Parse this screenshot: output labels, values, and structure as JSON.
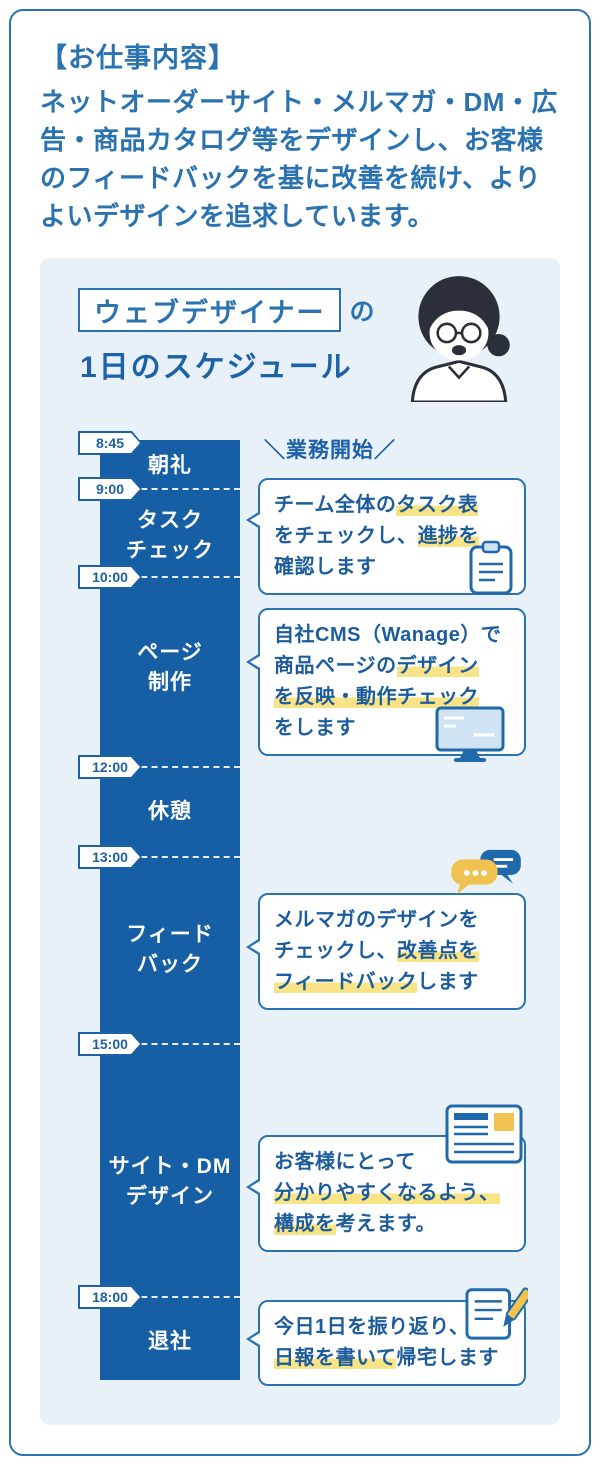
{
  "colors": {
    "frame_blue": "#2a72b0",
    "bar_blue": "#175fa4",
    "panel_bg": "#e9f1f8",
    "highlight_yellow": "#f8e387",
    "accent_yellow": "#f0c24f"
  },
  "intro": {
    "heading": "【お仕事内容】",
    "body": "ネットオーダーサイト・メルマガ・DM・広告・商品カタログ等をデザインし、お客様のフィードバックを基に改善を続け、よりよいデザインを追求しています。"
  },
  "schedule_header": {
    "role": "ウェブデザイナー",
    "particle": "の",
    "line2": "1日のスケジュール"
  },
  "callout": "＼業務開始／",
  "timeline": {
    "items": [
      {
        "time": "8:45",
        "label": "朝礼"
      },
      {
        "time": "9:00",
        "label": "タスク\nチェック"
      },
      {
        "time": "10:00",
        "label": "ページ\n制作"
      },
      {
        "time": "12:00",
        "label": "休憩"
      },
      {
        "time": "13:00",
        "label": "フィード\nバック"
      },
      {
        "time": "15:00",
        "label": "サイト・DM\nデザイン"
      },
      {
        "time": "18:00",
        "label": "退社"
      }
    ]
  },
  "bubbles": [
    {
      "segments": [
        {
          "t": "チーム全体の",
          "h": false
        },
        {
          "t": "タスク表",
          "h": true
        },
        {
          "t": "\nをチェックし、",
          "h": false
        },
        {
          "t": "進捗を",
          "h": true
        },
        {
          "t": "\n確認します",
          "h": false
        }
      ]
    },
    {
      "segments": [
        {
          "t": "自社CMS（Wanage）で\n商品ページの",
          "h": false
        },
        {
          "t": "デザイン",
          "h": true
        },
        {
          "t": "\n",
          "h": false
        },
        {
          "t": "を反映・動作チェック",
          "h": true
        },
        {
          "t": "\nをします",
          "h": false
        }
      ]
    },
    {
      "segments": [
        {
          "t": "メルマガのデザインを\nチェックし、",
          "h": false
        },
        {
          "t": "改善点を",
          "h": true
        },
        {
          "t": "\n",
          "h": false
        },
        {
          "t": "フィードバック",
          "h": true
        },
        {
          "t": "します",
          "h": false
        }
      ]
    },
    {
      "segments": [
        {
          "t": "お客様にとって\n",
          "h": false
        },
        {
          "t": "分かりやすくなるよう、",
          "h": true
        },
        {
          "t": "\n",
          "h": false
        },
        {
          "t": "構成を",
          "h": true
        },
        {
          "t": "考えます。",
          "h": false
        }
      ]
    },
    {
      "segments": [
        {
          "t": "今日1日を振り返り、\n",
          "h": false
        },
        {
          "t": "日報を書いて",
          "h": true
        },
        {
          "t": "帰宅します",
          "h": false
        }
      ]
    }
  ],
  "icons": {
    "avatar": "female-designer-illustration",
    "bubble_1": "clipboard-icon",
    "bubble_2": "monitor-icon",
    "bubble_3": "chat-bubbles-icon",
    "bubble_4": "article-icon",
    "bubble_5": "memo-pencil-icon"
  }
}
